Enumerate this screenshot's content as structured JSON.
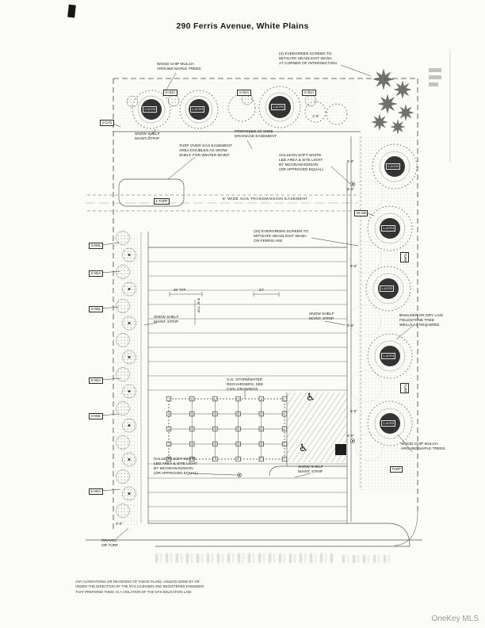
{
  "title": "290 Ferris Avenue, White Plains",
  "watermark": "OneKey MLS",
  "disclaimer": "ANY ALTERATIONS OR REVISIONS OF THESE PLANS, UNLESS DONE BY OR\nUNDER THE DIRECTION OF THE NYS LICENSED AND REGISTERED ENGINEER\nTHAT PREPARED THEM, IS A VIOLATION OF THE NYS EDUCATION LAW.",
  "icons": {
    "wheelchair": "♿"
  },
  "callouts": {
    "wood_chip_mulch_top": "WOOD CHIP MULCH\nAROUND MAPLE TREES",
    "evergreen_corner": "(4) EVERGREEN SCREEN TO\nMITIGATE HEADLIGHT WASH\nAT CORNER OF INTERSECTION",
    "snow_shelf": "SNOW SHELF\nMAINT. STRIP",
    "drainage_easement": "PROPOSED 10' WIDE\nDRAINAGE EASEMENT",
    "turf_over_gas": "TURF OVER GAS EASEMENT\nAREA DOUBLES AS SNOW\nSHELF FOR WINTER MAINT.",
    "site_light": "GALLEON SOFT WHITE\nLED AREA & SITE LIGHT\nBY MCGRAW EDISON\n(OR APPROVED EQUAL)",
    "gas_transmission": "8' WIDE GAS TRANSMISSION EASEMENT",
    "evergreen_ferris": "(10) EVERGREEN SCREEN TO\nMITIGATE HEADLIGHT WASH\nON FERRIS AVE",
    "boulder_wells": "BOULDER OR DRY LAID\nFIELDSTONE TREE\nWELLS AS REQUIRED",
    "stormwater": "U.G. STORMWATER\nRECHARGERS: SEE\nCIVIL DRAWINGS",
    "wood_chip_mulch_bottom": "WOOD CHIP MULCH\nAROUND MAPLE TREES",
    "gravel_or_turf": "GRAVEL\nOR TURF"
  },
  "plant_tags": {
    "maple": "1-ACR3",
    "vda3": "3-VDA",
    "vda5": "5-VDA",
    "hml3": "3-HML",
    "kml3": "3-KML",
    "cas2": "2-CAS",
    "gb": "20-GB",
    "turf1": "1-TURF",
    "turf": "TURF"
  },
  "dimensions": {
    "stall_typ": "20' TYP",
    "aisle": "24'",
    "d56": "5'-6\"",
    "d16": "1'-6\"",
    "d30": "3'-0\"",
    "d90": "9'-0\" TYP"
  }
}
